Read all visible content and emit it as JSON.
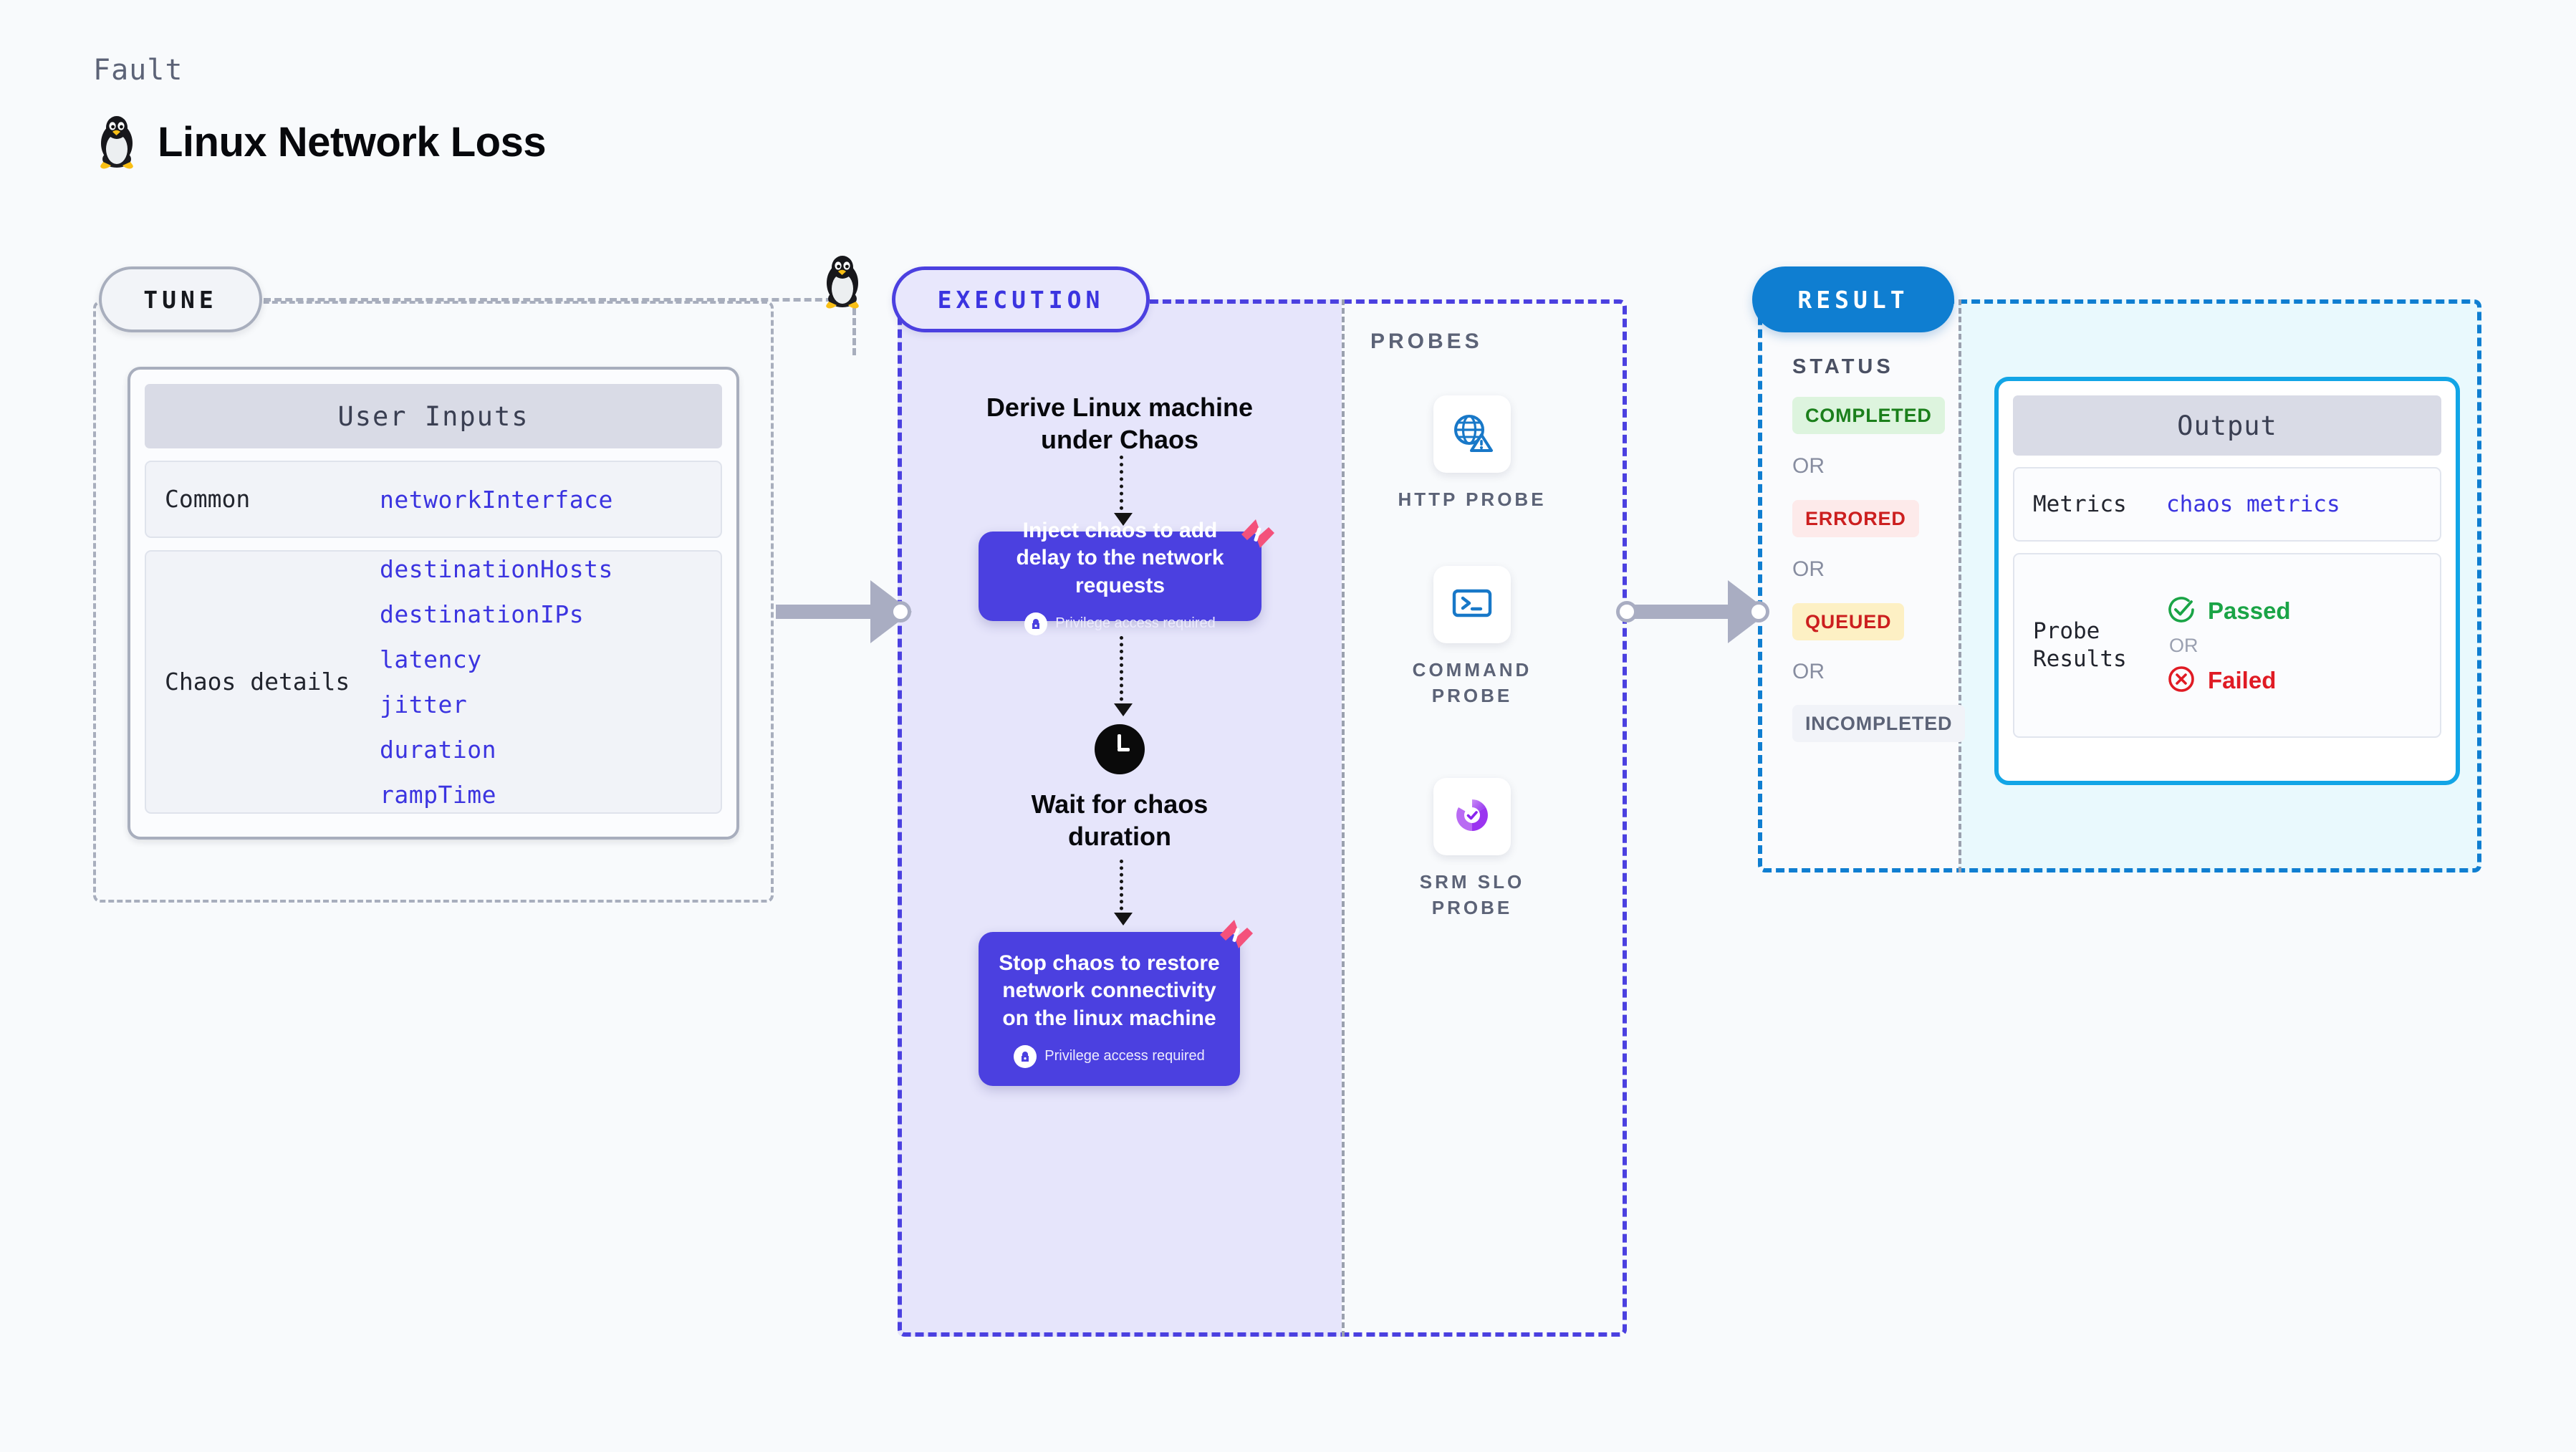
{
  "header": {
    "eyebrow": "Fault",
    "title": "Linux Network Loss",
    "icon": "linux-penguin-icon"
  },
  "tune": {
    "pill_label": "TUNE",
    "icon": "linux-penguin-icon",
    "card": {
      "title": "User Inputs",
      "rows": [
        {
          "label": "Common",
          "values": [
            "networkInterface"
          ]
        },
        {
          "label": "Chaos details",
          "values": [
            "destinationHosts",
            "destinationIPs",
            "latency",
            "jitter",
            "duration",
            "rampTime"
          ]
        }
      ]
    }
  },
  "execution": {
    "pill_label": "EXECUTION",
    "step_1_title": "Derive Linux machine under Chaos",
    "inject_box": {
      "text": "Inject chaos to add delay to the network requests",
      "privilege": "Privilege access required",
      "badge_icon": "harness-logo-icon",
      "lock_icon": "lock-icon"
    },
    "wait_step": {
      "icon": "clock-icon",
      "title": "Wait for chaos duration"
    },
    "stop_box": {
      "text": "Stop chaos to restore network connectivity on the linux machine",
      "privilege": "Privilege access required",
      "badge_icon": "harness-logo-icon",
      "lock_icon": "lock-icon"
    }
  },
  "probes": {
    "label": "PROBES",
    "items": [
      {
        "caption": "HTTP PROBE",
        "icon": "globe-warning-icon"
      },
      {
        "caption": "COMMAND PROBE",
        "icon": "terminal-icon"
      },
      {
        "caption": "SRM SLO PROBE",
        "icon": "srm-slo-icon"
      }
    ]
  },
  "result": {
    "pill_label": "RESULT",
    "status_label": "STATUS",
    "or_label": "OR",
    "statuses": [
      {
        "label": "COMPLETED",
        "bg": "#ddf4de",
        "fg": "#1b7f1b"
      },
      {
        "label": "ERRORED",
        "bg": "#fdeaea",
        "fg": "#cc1f1f"
      },
      {
        "label": "QUEUED",
        "bg": "#fdf0c4",
        "fg": "#cc1f1f"
      },
      {
        "label": "INCOMPLETED",
        "bg": "#f1f3f8",
        "fg": "#5c6377"
      }
    ],
    "output": {
      "title": "Output",
      "metrics_label": "Metrics",
      "metrics_value": "chaos metrics",
      "probe_results_label": "Probe Results",
      "passed_label": "Passed",
      "failed_label": "Failed",
      "or_label": "OR",
      "passed_icon": "check-circle-icon",
      "failed_icon": "x-circle-icon"
    }
  },
  "colors": {
    "accent_purple": "#4b40e0",
    "accent_blue": "#0f7ed1",
    "accent_cyan": "#12a5e6",
    "harness_pink": "#f4517b",
    "gray_dash": "#a8aebd"
  }
}
